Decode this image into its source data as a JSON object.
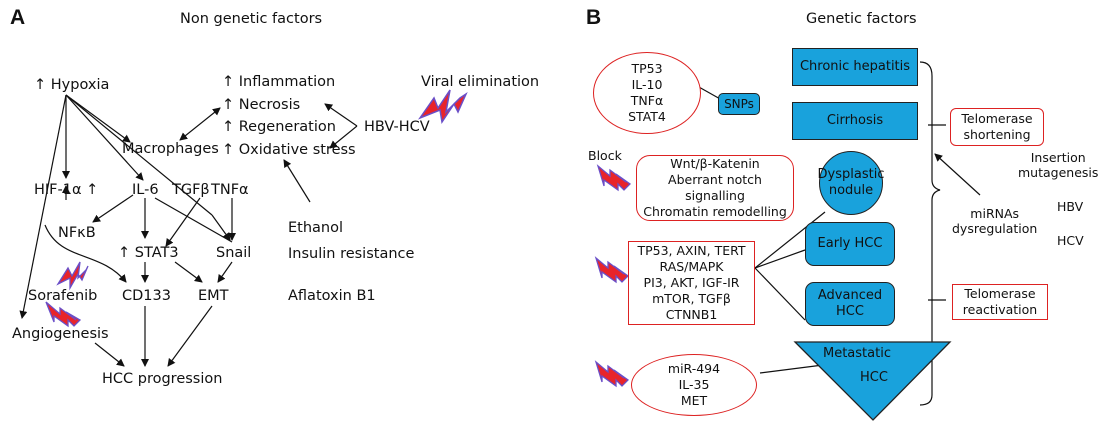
{
  "panel_a": {
    "letter": "A",
    "title": "Non genetic factors",
    "hypoxia": "↑ Hypoxia",
    "inflammation": "↑ Inflammation",
    "necrosis": "↑ Necrosis",
    "regeneration": "↑ Regeneration",
    "oxidative_stress": "↑ Oxidative stress",
    "viral_elimination": "Viral elimination",
    "hbv_hcv": "HBV-HCV",
    "macrophages": "Macrophages",
    "hif": "HIF-1α ↑",
    "il6": "IL-6",
    "tgfb": "TGFβ",
    "tnfa": "TNFα",
    "nfkb": "NFκB",
    "stat3": "↑ STAT3",
    "snail": "Snail",
    "ethanol": "Ethanol",
    "insulin_resistance": "Insulin resistance",
    "sorafenib": "Sorafenib",
    "cd133": "CD133",
    "emt": "EMT",
    "aflatoxin": "Aflatoxin B1",
    "angiogenesis": "Angiogenesis",
    "hcc_progression": "HCC progression"
  },
  "panel_b": {
    "letter": "B",
    "title": "Genetic factors",
    "snp_genes": [
      "TP53",
      "IL-10",
      "TNFα",
      "STAT4"
    ],
    "snps": "SNPs",
    "chronic_hepatitis": "Chronic hepatitis",
    "cirrhosis": "Cirrhosis",
    "telomerase_shortening": [
      "Telomerase",
      "shortening"
    ],
    "block": "Block",
    "pathways": [
      "Wnt/β-Katenin",
      "Aberrant notch signalling",
      "Chromatin remodelling"
    ],
    "dysplastic_nodule": [
      "Dysplastic",
      "nodule"
    ],
    "insertion_mutagenesis": [
      "Insertion",
      "mutagenesis"
    ],
    "mirnas": [
      "miRNAs",
      "dysregulation"
    ],
    "hbv": "HBV",
    "hcv": "HCV",
    "mutated_genes": [
      "TP53, AXIN, TERT",
      "RAS/MAPK",
      "PI3, AKT, IGF-IR",
      "mTOR, TGFβ",
      "CTNNB1"
    ],
    "early_hcc": "Early HCC",
    "advanced_hcc": "Advanced HCC",
    "telomerase_reactivation": [
      "Telomerase",
      "reactivation"
    ],
    "metastatic_hcc": [
      "Metastatic",
      "HCC"
    ],
    "mirna_genes": [
      "miR-494",
      "IL-35",
      "MET"
    ]
  },
  "colors": {
    "accent_blue": "#19a2dc",
    "border_red": "#dd2222",
    "lightning_red": "#e8242a",
    "lightning_purple": "#6a4fc8"
  }
}
